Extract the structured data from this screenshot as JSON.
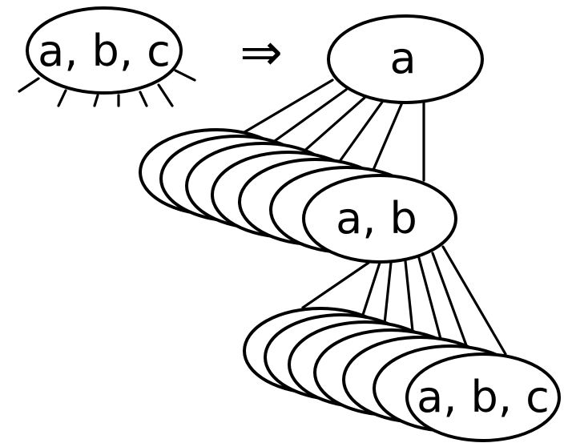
{
  "diagram": {
    "left_node_label": "a, b, c",
    "arrow_symbol": "⇒",
    "top_node_label": "a",
    "middle_node_label": "a, b",
    "bottom_node_label": "a, b, c",
    "middle_stack_count": 7,
    "bottom_stack_count": 7,
    "stroke_color": "#000000",
    "fill_color": "#ffffff"
  }
}
